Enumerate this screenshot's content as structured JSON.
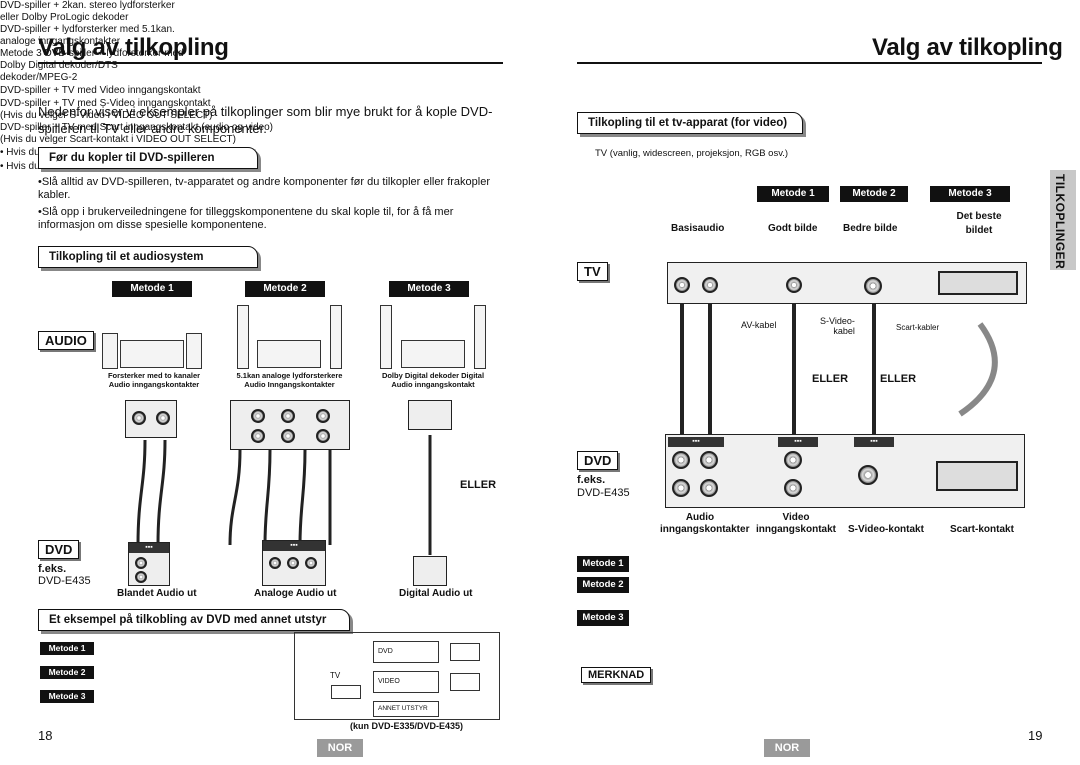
{
  "left": {
    "title": "Valg av tilkopling",
    "intro": "Nedenfor viser vi eksempler på tilkoplinger som blir mye brukt  for å kople DVD-spilleren til TV eller andre komponenter.",
    "section_before": "Før du kopler til DVD-spilleren",
    "bullets": [
      "•Slå alltid av DVD-spilleren, tv-apparatet og andre komponenter før du tilkopler eller frakopler kabler.",
      "•Slå opp i brukerveiledningene for tilleggskomponentene du skal kople til, for å få mer informasjon om disse spesielle komponentene."
    ],
    "section_audio": "Tilkopling til et audiosystem",
    "methods": [
      "Metode 1",
      "Metode 2",
      "Metode 3"
    ],
    "audio_tag": "AUDIO",
    "dvd_tag": "DVD",
    "feks": "f.eks.",
    "model": "DVD-E435",
    "device_captions": [
      "Forsterker med to kanaler\nAudio inngangskontakter",
      "5.1kan analoge lydforsterkere\nAudio Inngangskontakter",
      "Dolby Digital dekoder Digital\nAudio inngangskontakt"
    ],
    "eller": "ELLER",
    "out_labels": [
      "Blandet Audio ut",
      "Analoge Audio ut",
      "Digital Audio ut"
    ],
    "section_example": "Et eksempel på tilkobling av DVD med annet utstyr",
    "example_methods": [
      {
        "badge": "Metode 1",
        "text": "DVD-spiller + 2kan. stereo lydforsterker eller Dolby ProLogic dekoder"
      },
      {
        "badge": "Metode 2",
        "text": "DVD-spiller + lydforsterker med 5.1kan. analoge inngangskontakter"
      },
      {
        "badge": "Metode 3",
        "text": "Metode 3 DVD-spiller + lydforsterker med Dolby Digital dekoder/DTS dekoder/MPEG-2"
      }
    ],
    "example_diagram": {
      "tv": "TV",
      "dvd": "DVD",
      "video": "VIDEO",
      "annet": "ANNET UTSTYR",
      "caption": "(kun DVD-E335/DVD-E435)"
    },
    "page_number": "18",
    "lang": "NOR"
  },
  "right": {
    "title": "Valg av tilkopling",
    "section_tv": "Tilkopling til et tv-apparat (for video)",
    "tv_note": "TV (vanlig, widescreen, projeksjon, RGB osv.)",
    "methods": [
      "Metode 1",
      "Metode 2",
      "Metode 3"
    ],
    "quality": [
      "Basisaudio",
      "Godt bilde",
      "Bedre bilde",
      "Det beste bildet"
    ],
    "tv_tag": "TV",
    "dvd_tag": "DVD",
    "feks": "f.eks.",
    "model": "DVD-E435",
    "cable_labels": {
      "av": "AV-kabel",
      "svideo": "S-Video-\nkabel",
      "scart": "Scart-kabler"
    },
    "eller": [
      "ELLER",
      "ELLER"
    ],
    "connectors": [
      "Audio\ninngangskontakter",
      "Video\ninngangskontakt",
      "S-Video-kontakt",
      "Scart-kontakt"
    ],
    "method_lines": [
      {
        "badge": "Metode 1",
        "text": "DVD-spiller + TV med Video inngangskontakt"
      },
      {
        "badge": "Metode 2",
        "text": "DVD-spiller + TV med S-Video inngangskontakt\n(Hvis du velger S-Video i VIDEO OUT SELECT)"
      },
      {
        "badge": "Metode 3",
        "text": "DVD-spiller + TV med Scart inngangskontakt (audio og video)\n(Hvis du velger Scart-kontakt i VIDEO OUT SELECT)"
      }
    ],
    "merknad": "MERKNAD",
    "notes": [
      "• Hvis du velger Scart, er det ikke sikkert at S-Video virker",
      "• Hvis du velger S-Video, er det ikke sikkert at Scart virker"
    ],
    "side_tab": "TILKOPLINGER",
    "page_number": "19",
    "lang": "NOR"
  }
}
